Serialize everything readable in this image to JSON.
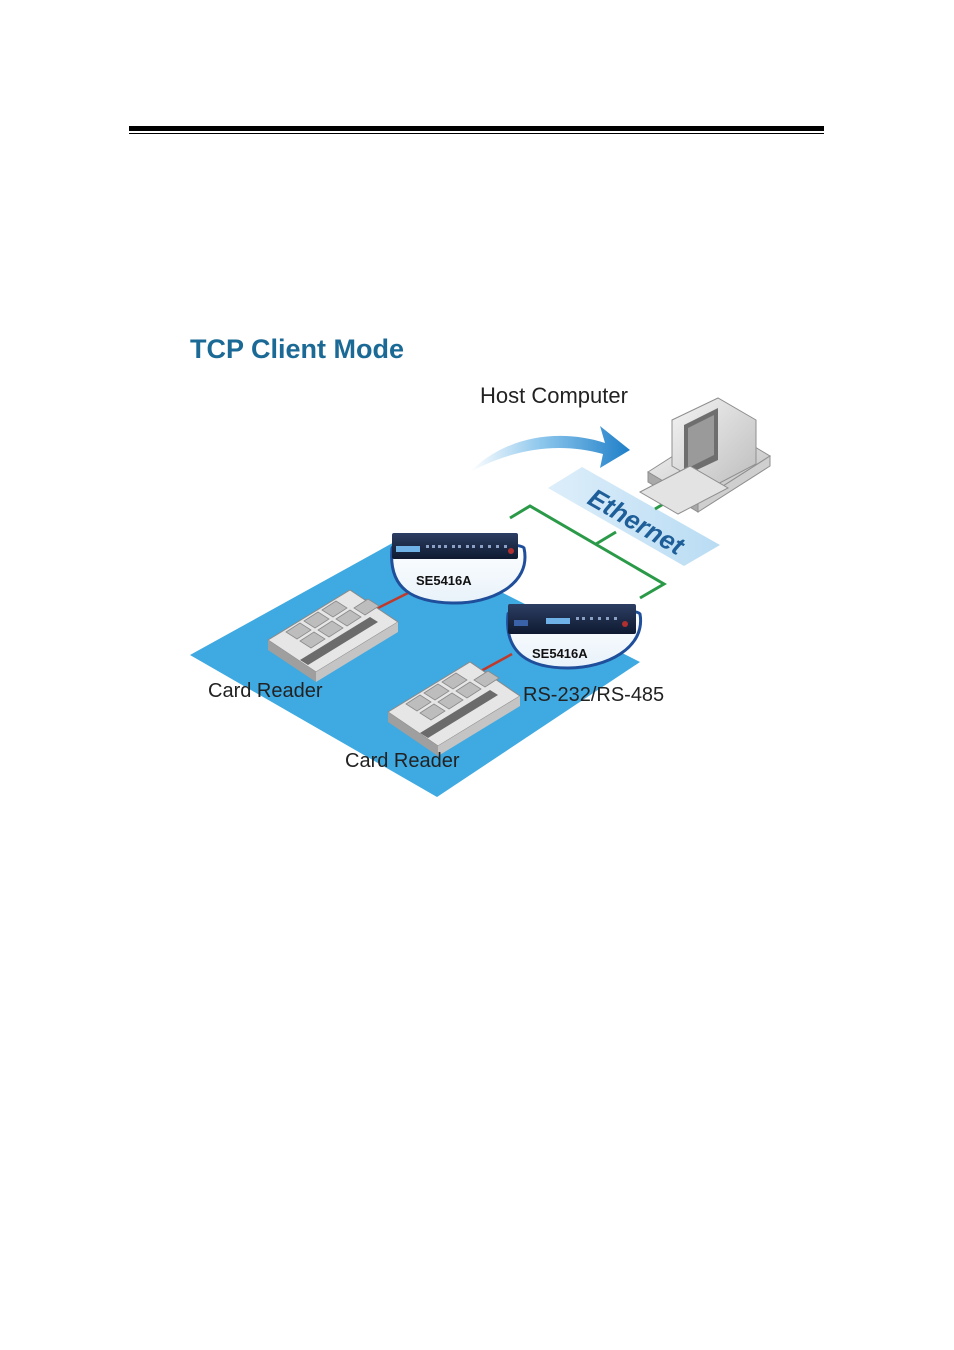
{
  "title": "TCP Client Mode",
  "labels": {
    "host_computer": "Host Computer",
    "ethernet": "Ethernet",
    "device_1": "SE5416A",
    "device_2": "SE5416A",
    "card_reader_1": "Card Reader",
    "card_reader_2": "Card Reader",
    "serial": "RS-232/RS-485"
  },
  "colors": {
    "title": "#1b6a96",
    "floor": "#3fa9e1",
    "ethernet_band": "#c4e0f4",
    "ethernet_text": "#1f5f99",
    "network_line": "#2b9a48",
    "serial_line": "#c0392b",
    "arrow": "#2f8fd0"
  }
}
